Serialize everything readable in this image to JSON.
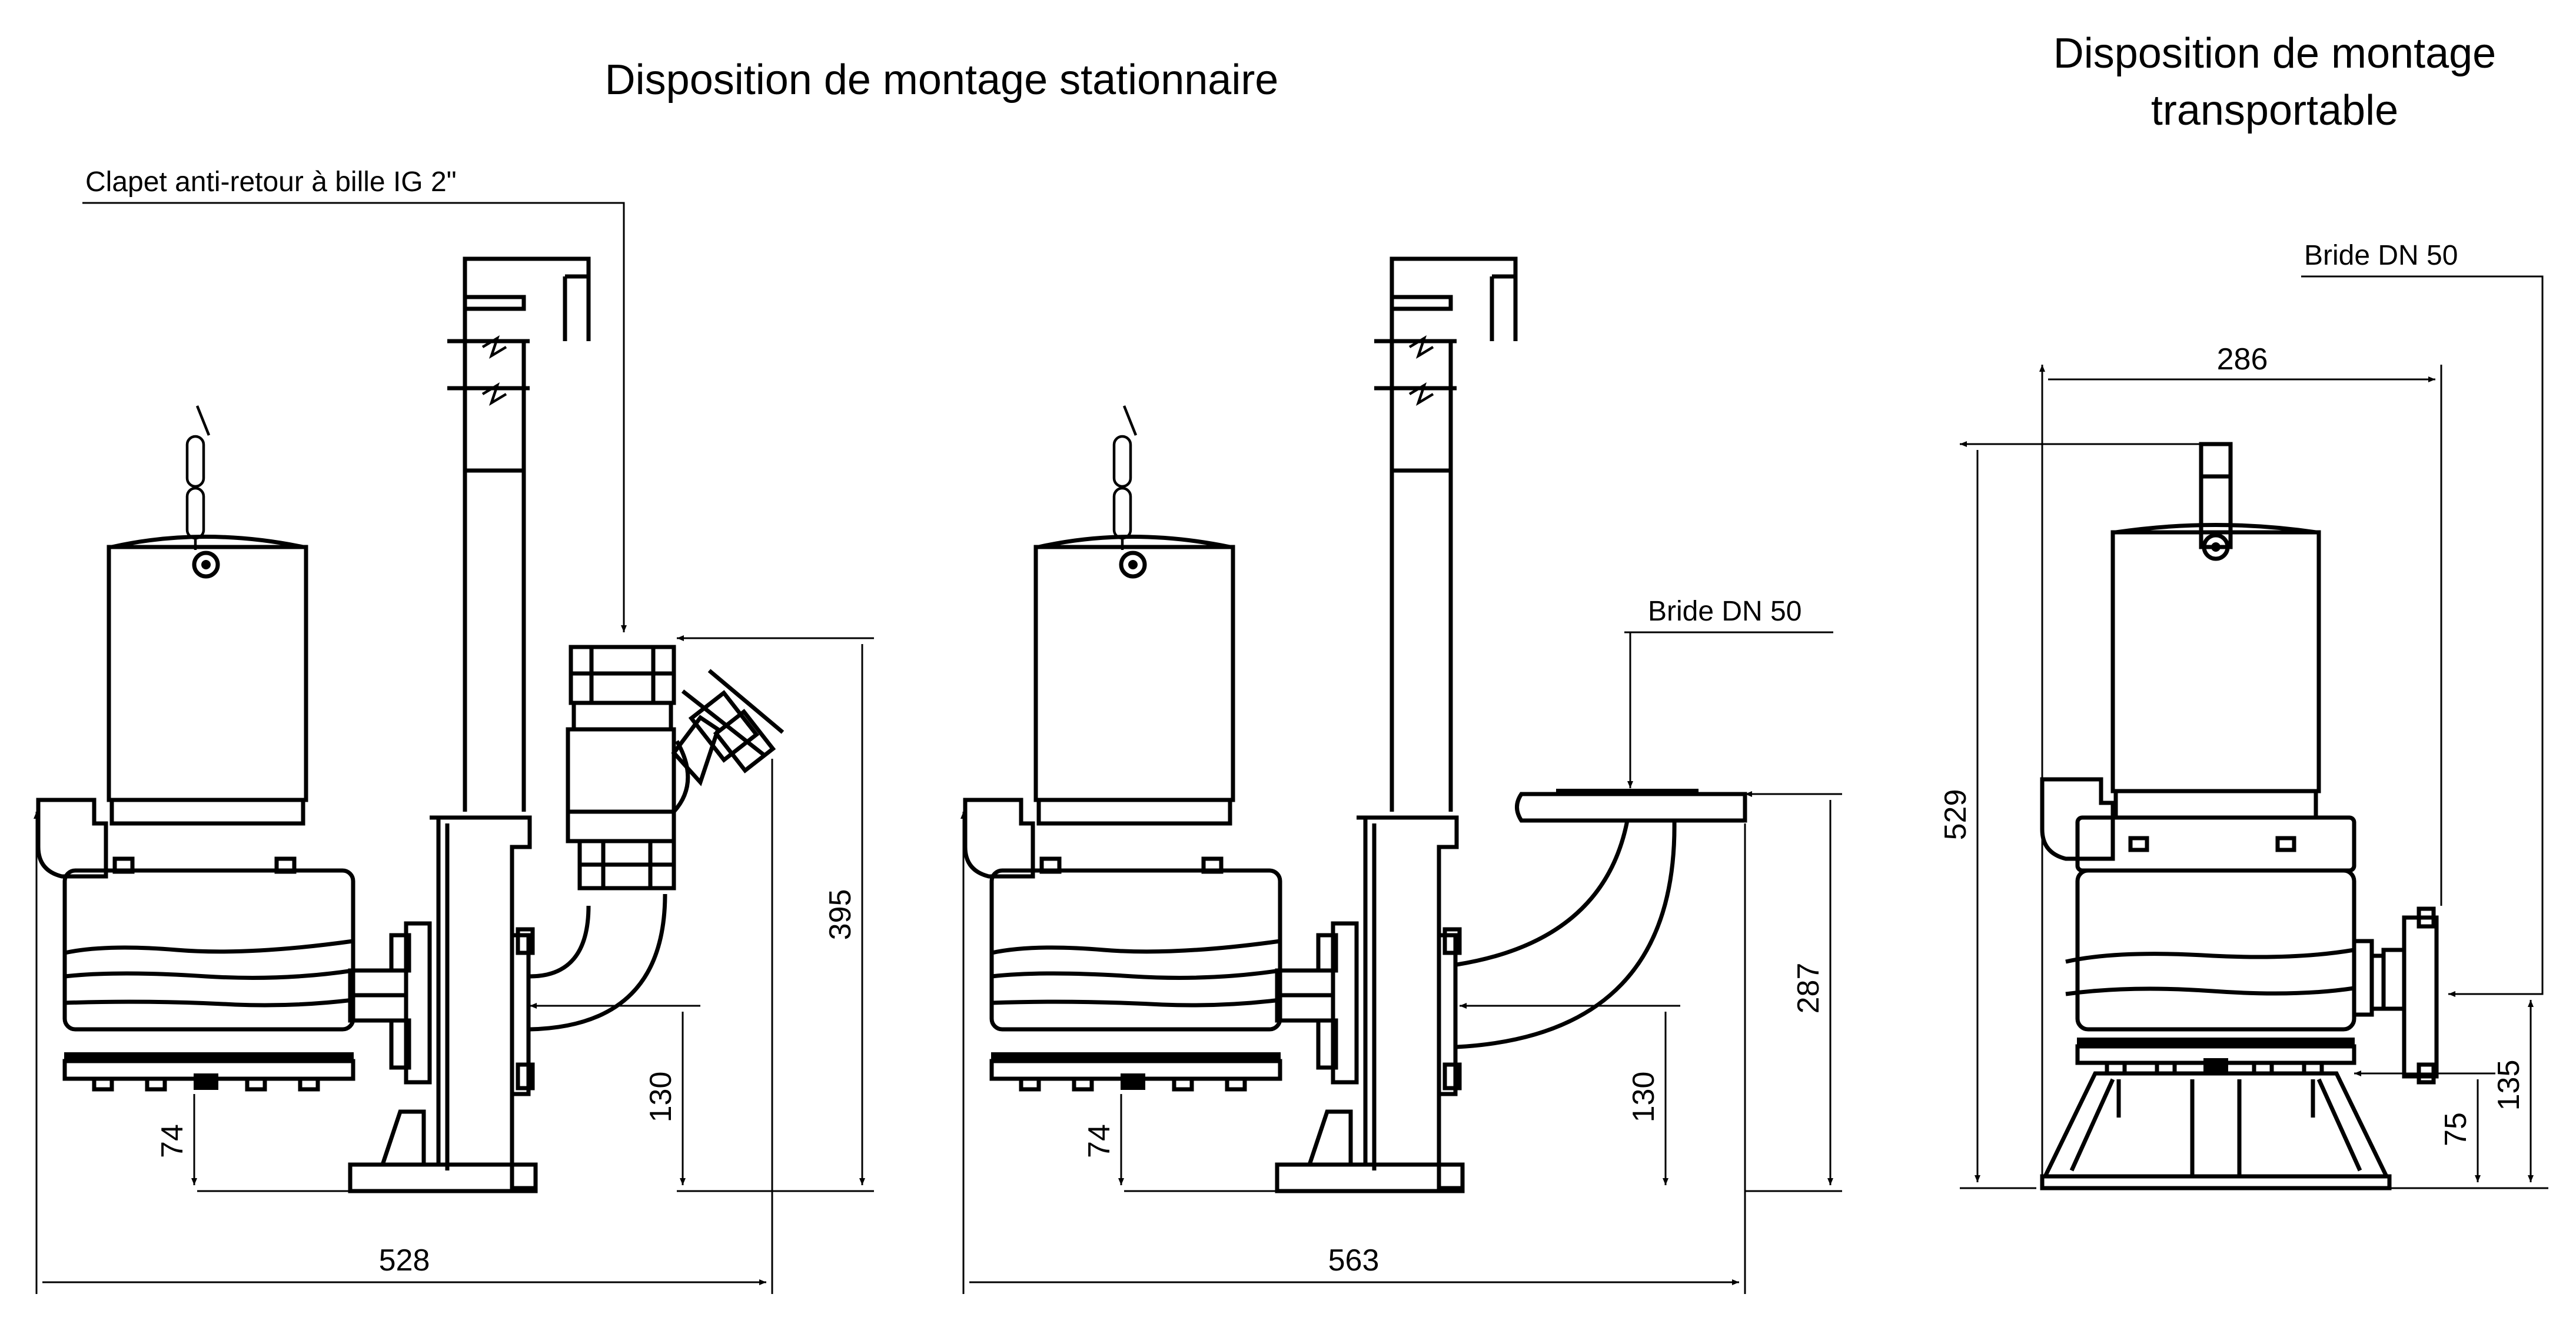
{
  "titles": {
    "stationary": "Disposition de montage stationnaire",
    "portable_line1": "Disposition de montage",
    "portable_line2": "transportable"
  },
  "labels": {
    "check_valve": "Clapet anti-retour à bille IG 2\"",
    "flange_center": "Bride DN 50",
    "flange_right": "Bride DN 50"
  },
  "dimensions": {
    "left_height_total": "395",
    "left_outlet_height": "130",
    "left_base_height": "74",
    "left_width": "528",
    "center_height_total": "287",
    "center_outlet_height": "130",
    "center_base_height": "74",
    "center_width": "563",
    "right_width": "286",
    "right_height": "529",
    "right_base_height": "75",
    "right_outlet_height": "135"
  }
}
